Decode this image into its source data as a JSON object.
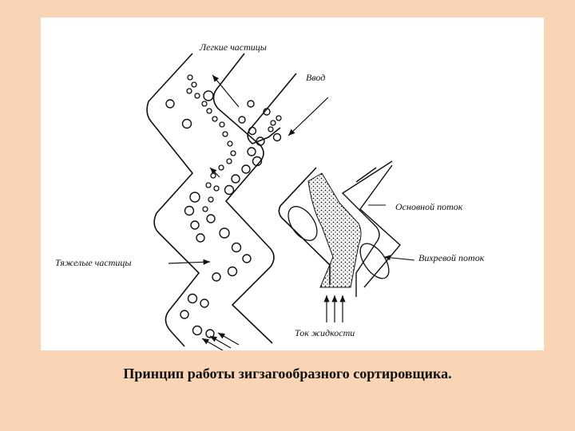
{
  "diagram": {
    "labels": {
      "light_particles": "Легкие частицы",
      "inlet": "Ввод",
      "main_flow": "Основной поток",
      "heavy_particles": "Тяжелые частицы",
      "vortex_flow": "Вихревой поток",
      "liquid_flow": "Ток жидкости"
    }
  },
  "caption": "Принцип работы зигзагообразного сортировщика."
}
